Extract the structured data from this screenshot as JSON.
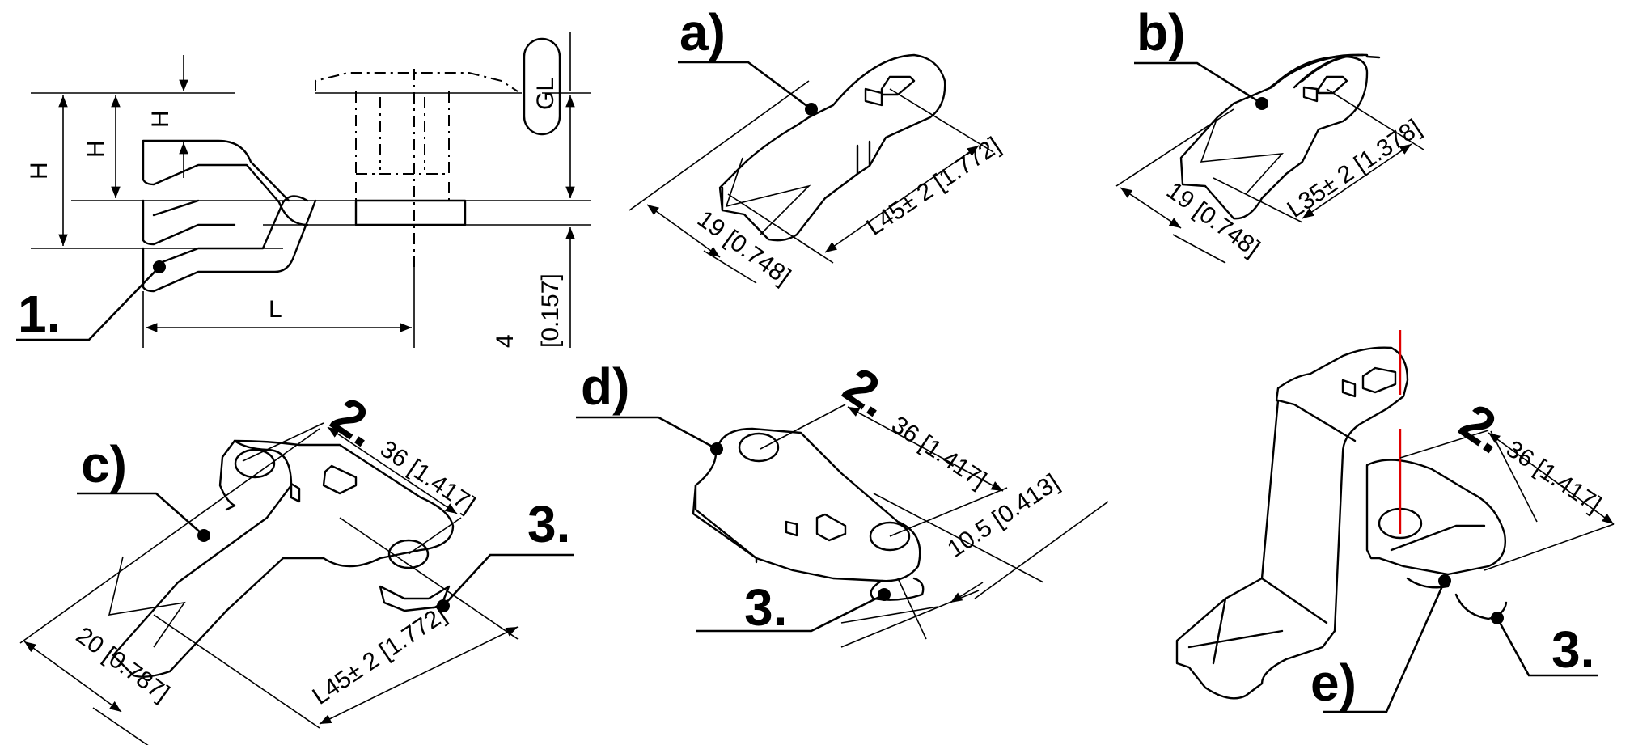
{
  "drawing": {
    "side_view": {
      "callout": "1.",
      "height_labels": [
        "H",
        "H",
        "H"
      ],
      "length_label": "L",
      "gl_badge": "GL",
      "thickness": "4",
      "thickness_inch": "[0.157]"
    },
    "variants": [
      {
        "id": "a",
        "label": "a)",
        "width": "19 [0.748]",
        "length": "L45± 2 [1.772]"
      },
      {
        "id": "b",
        "label": "b)",
        "width": "19 [0.748]",
        "length": "L35± 2 [1.378]"
      },
      {
        "id": "c",
        "label": "c)",
        "width": "20 [0.787]",
        "length": "L45± 2 [1.772]",
        "pitch_callout": "2.",
        "pitch": "36 [1.417]",
        "fastener_callout": "3."
      },
      {
        "id": "d",
        "label": "d)",
        "pitch_callout": "2.",
        "pitch": "36 [1.417]",
        "offset": "10.5 [0.413]",
        "fastener_callout": "3."
      },
      {
        "id": "e",
        "label": "e)",
        "pitch_callout": "2.",
        "pitch": "36 [1.417]",
        "fastener_callout": "3."
      }
    ],
    "colors": {
      "line": "#000000",
      "axis": "#e00000",
      "background": "#ffffff"
    }
  }
}
